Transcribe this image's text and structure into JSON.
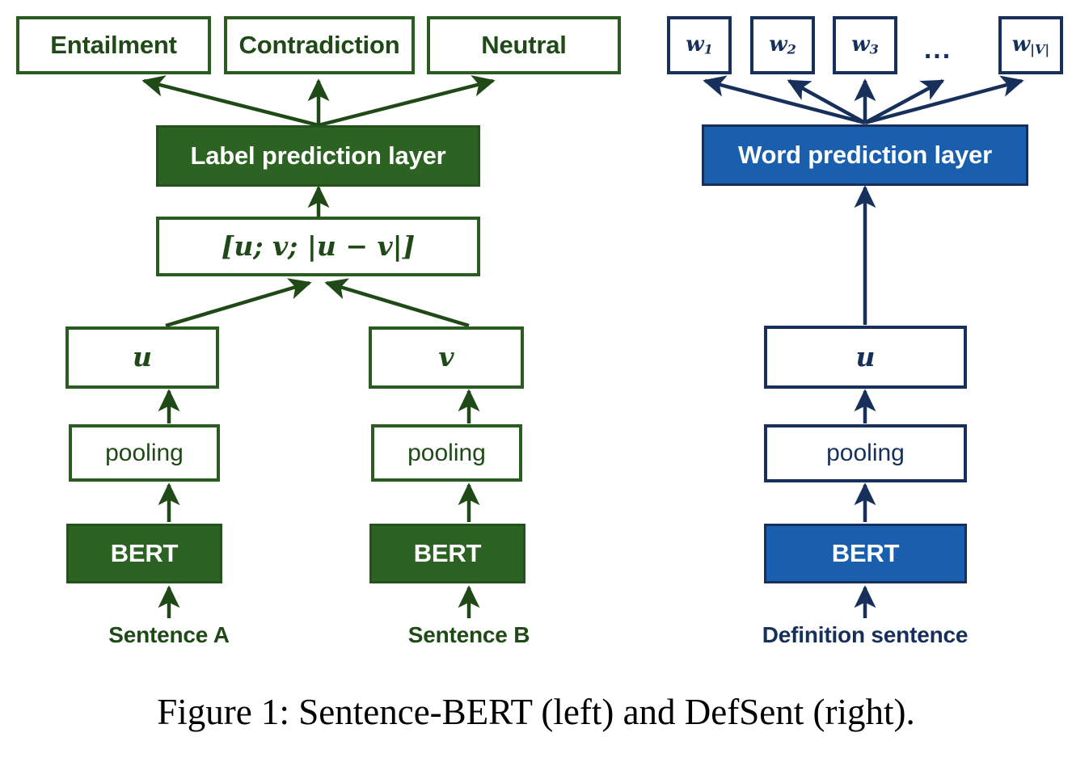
{
  "figure": {
    "caption": "Figure 1: Sentence-BERT (left) and DefSent (right).",
    "colors": {
      "green_fill": "#2c6323",
      "green_border": "#2a5c21",
      "green_text": "#1f4a17",
      "blue_fill": "#1a5fad",
      "blue_border": "#16305b",
      "blue_text": "#16305b",
      "box_background": "#ffffff",
      "page_background": "#ffffff"
    }
  },
  "left_panel": {
    "name": "Sentence-BERT",
    "output_labels": [
      {
        "text": "Entailment"
      },
      {
        "text": "Contradiction"
      },
      {
        "text": "Neutral"
      }
    ],
    "prediction_layer": "Label prediction layer",
    "feature_vector": "[u; v; |u − v|]",
    "branches": [
      {
        "embedding": "u",
        "pooling": "pooling",
        "encoder": "BERT",
        "input": "Sentence A"
      },
      {
        "embedding": "v",
        "pooling": "pooling",
        "encoder": "BERT",
        "input": "Sentence B"
      }
    ]
  },
  "right_panel": {
    "name": "DefSent",
    "vocabulary_items": [
      {
        "base": "w",
        "sub": "1"
      },
      {
        "base": "w",
        "sub": "2"
      },
      {
        "base": "w",
        "sub": "3"
      },
      {
        "base": "",
        "sub": ""
      },
      {
        "base": "w",
        "sub": "|V|"
      }
    ],
    "ellipsis": "...",
    "prediction_layer": "Word prediction layer",
    "branch": {
      "embedding": "u",
      "pooling": "pooling",
      "encoder": "BERT",
      "input": "Definition sentence"
    }
  }
}
